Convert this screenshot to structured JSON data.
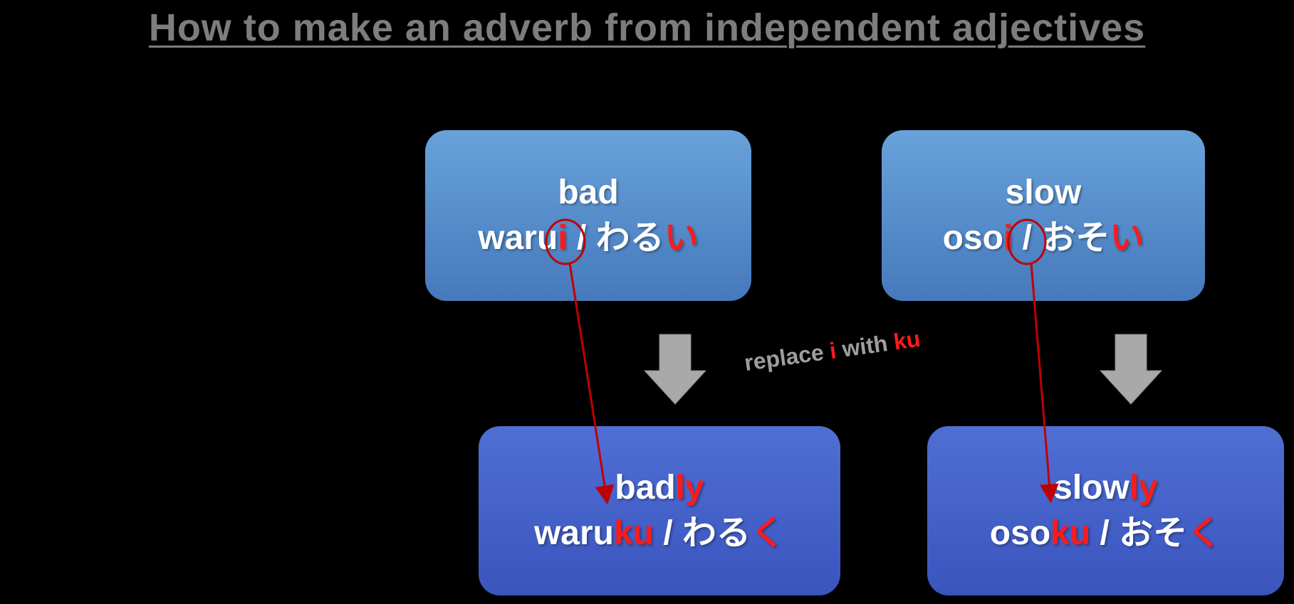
{
  "title": "How to make an adverb from independent adjectives",
  "annotation": {
    "part1": "replace ",
    "highlight1": "i",
    "part2": " with ",
    "highlight2": "ku"
  },
  "boxes": {
    "top_left": {
      "english": "bad",
      "romaji_stem": "waru",
      "romaji_suffix": "i",
      "separator": " / ",
      "kana_stem": "わる",
      "kana_suffix": "い"
    },
    "top_right": {
      "english": "slow",
      "romaji_stem": "oso",
      "romaji_suffix": "i",
      "separator": " / ",
      "kana_stem": "おそ",
      "kana_suffix": "い"
    },
    "bottom_left": {
      "english_stem": "bad",
      "english_suffix": "ly",
      "romaji_stem": "waru",
      "romaji_suffix": "ku",
      "separator": " / ",
      "kana_stem": "わる",
      "kana_suffix": "く"
    },
    "bottom_right": {
      "english_stem": "slow",
      "english_suffix": "ly",
      "romaji_stem": "oso",
      "romaji_suffix": "ku",
      "separator": " / ",
      "kana_stem": "おそ",
      "kana_suffix": "く"
    }
  },
  "colors": {
    "background": "#000000",
    "title_gray": "#7d7d7d",
    "top_box_gradient_start": "#68a2da",
    "top_box_gradient_end": "#4679bc",
    "bottom_box_gradient_start": "#4f6fd4",
    "bottom_box_gradient_end": "#3a55be",
    "highlight_red": "#ff1a1a",
    "arrow_red": "#c00000",
    "block_arrow_gray": "#a9a9a9",
    "box_text": "#ffffff",
    "annotation_gray": "#9e9e9e"
  }
}
